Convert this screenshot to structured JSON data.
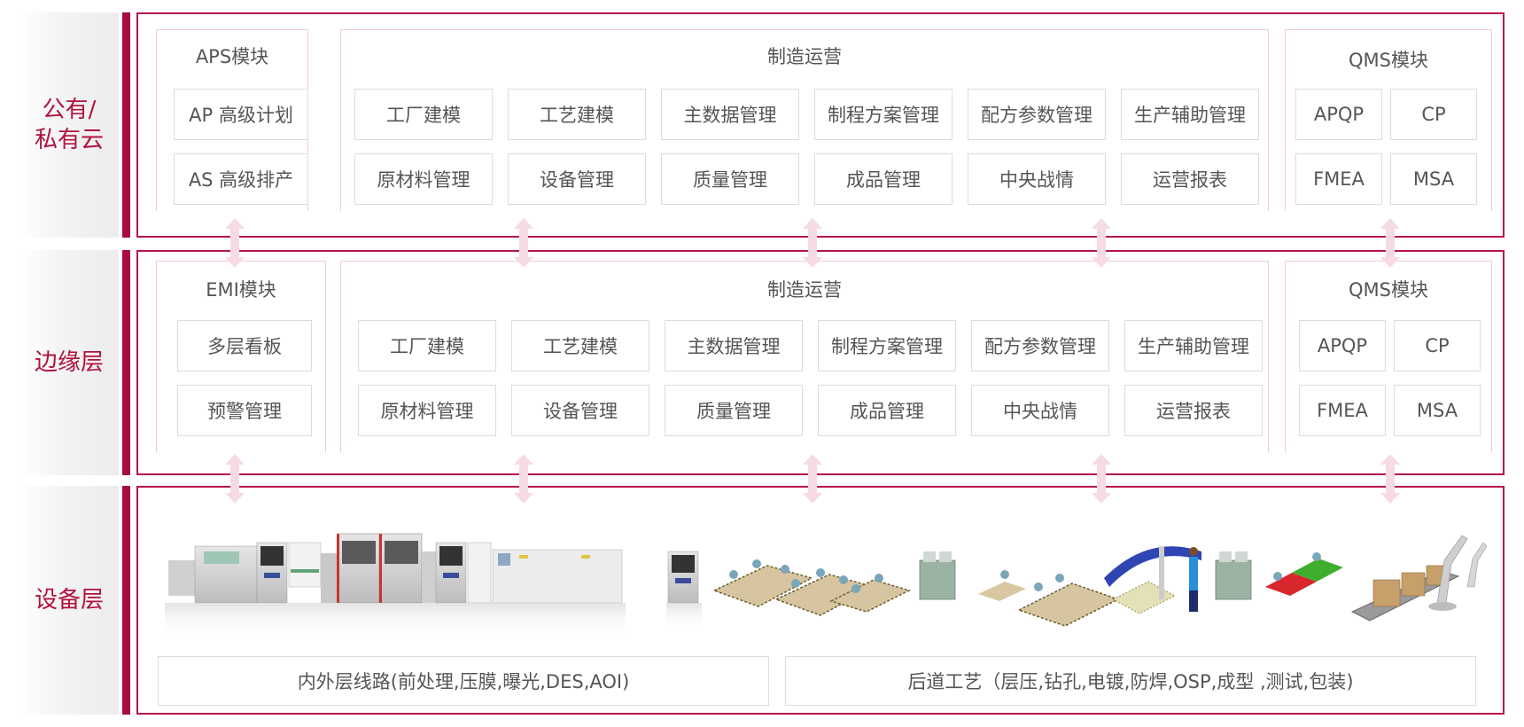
{
  "layers": [
    {
      "label": "公有/\n私有云",
      "label_lines": [
        "公有/",
        "私有云"
      ],
      "left_module": {
        "title": "APS模块",
        "items": [
          "AP 高级计划",
          "AS 高级排产"
        ]
      },
      "center_module": {
        "title": "制造运营",
        "rows": [
          [
            "工厂建模",
            "工艺建模",
            "主数据管理",
            "制程方案管理",
            "配方参数管理",
            "生产辅助管理"
          ],
          [
            "原材料管理",
            "设备管理",
            "质量管理",
            "成品管理",
            "中央战情",
            "运营报表"
          ]
        ]
      },
      "right_module": {
        "title": "QMS模块",
        "items": [
          "APQP",
          "CP",
          "FMEA",
          "MSA"
        ]
      }
    },
    {
      "label": "边缘层",
      "label_lines": [
        "边缘层"
      ],
      "left_module": {
        "title": "EMI模块",
        "items": [
          "多层看板",
          "预警管理"
        ]
      },
      "center_module": {
        "title": "制造运营",
        "rows": [
          [
            "工厂建模",
            "工艺建模",
            "主数据管理",
            "制程方案管理",
            "配方参数管理",
            "生产辅助管理"
          ],
          [
            "原材料管理",
            "设备管理",
            "质量管理",
            "成品管理",
            "中央战情",
            "运营报表"
          ]
        ]
      },
      "right_module": {
        "title": "QMS模块",
        "items": [
          "APQP",
          "CP",
          "FMEA",
          "MSA"
        ]
      }
    },
    {
      "label": "设备层",
      "label_lines": [
        "设备层"
      ],
      "equipment_images": [
        "smt-production-line-image",
        "aoi-machine-image",
        "manual-workstations-image",
        "test-station-image",
        "robotic-conveyor-image",
        "packaging-robot-image"
      ],
      "processes": [
        "内外层线路(前处理,压膜,曝光,DES,AOI)",
        "后道工艺（层压,钻孔,电镀,防焊,OSP,成型 ,测试,包装)"
      ]
    }
  ],
  "colors": {
    "accent": "#b0123e",
    "bar": "#a80c3c",
    "layer_border": "#b7154a",
    "module_border": "#f3c9d6",
    "arrow": "#f6dbe4",
    "cell_border": "#dcdcdc",
    "text": "#555555"
  }
}
